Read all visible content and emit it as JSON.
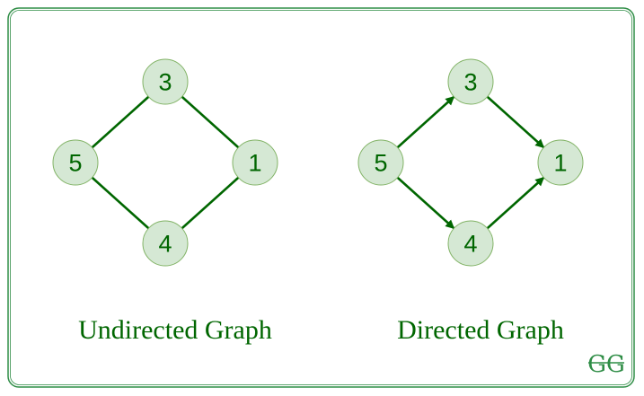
{
  "colors": {
    "frame": "#2f8d46",
    "edge": "#006600",
    "node_fill": "#d5e8d4",
    "node_stroke": "#82b366",
    "text": "#006600"
  },
  "graphs": [
    {
      "caption": "Undirected Graph",
      "directed": false,
      "nodes": [
        {
          "id": "top",
          "label": "3"
        },
        {
          "id": "left",
          "label": "5"
        },
        {
          "id": "right",
          "label": "1"
        },
        {
          "id": "bottom",
          "label": "4"
        }
      ],
      "edges": [
        {
          "from": "left",
          "to": "top"
        },
        {
          "from": "top",
          "to": "right"
        },
        {
          "from": "left",
          "to": "bottom"
        },
        {
          "from": "bottom",
          "to": "right"
        }
      ]
    },
    {
      "caption": "Directed Graph",
      "directed": true,
      "nodes": [
        {
          "id": "top",
          "label": "3"
        },
        {
          "id": "left",
          "label": "5"
        },
        {
          "id": "right",
          "label": "1"
        },
        {
          "id": "bottom",
          "label": "4"
        }
      ],
      "edges": [
        {
          "from": "left",
          "to": "top"
        },
        {
          "from": "top",
          "to": "right"
        },
        {
          "from": "left",
          "to": "bottom"
        },
        {
          "from": "bottom",
          "to": "right"
        }
      ]
    }
  ],
  "logo_text": "GG"
}
